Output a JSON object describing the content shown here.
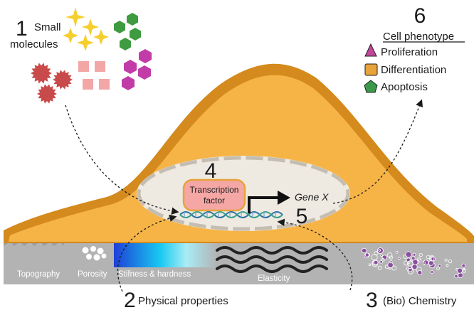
{
  "labels": {
    "small_molecules": {
      "number": "1",
      "line1": "Small",
      "line2": "molecules"
    },
    "physical": {
      "number": "2",
      "text": "Physical properties"
    },
    "chemistry": {
      "number": "3",
      "text": "(Bio) Chemistry"
    },
    "nucleus": {
      "number": "4"
    },
    "dna": {
      "number": "5"
    },
    "phenotype": {
      "number": "6",
      "title": "Cell phenotype"
    }
  },
  "phenotype_items": [
    {
      "label": "Proliferation",
      "icon": "triangle-icon",
      "color": "#c2479a"
    },
    {
      "label": "Differentiation",
      "icon": "square-icon",
      "color": "#e8a33a"
    },
    {
      "label": "Apoptosis",
      "icon": "pentagon-icon",
      "color": "#3a9a4a"
    }
  ],
  "transcription_factor": {
    "line1": "Transcription",
    "line2": "factor"
  },
  "gene": "Gene X",
  "substrate_labels": {
    "topography": "Topography",
    "porosity": "Porosity",
    "stiffness": "Stifness & hardness",
    "elasticity": "Elasticity"
  },
  "colors": {
    "cell_outer": "#d48a1c",
    "cell_inner": "#f6b447",
    "nucleus": "#eeeae2",
    "substrate": "#b3b3b3",
    "star": "#f5cf2f",
    "hexagon_green": "#3e9b40",
    "hexagon_magenta": "#c23ca8",
    "spiky": "#c84a4a",
    "square_pink": "#f2a6a6"
  }
}
